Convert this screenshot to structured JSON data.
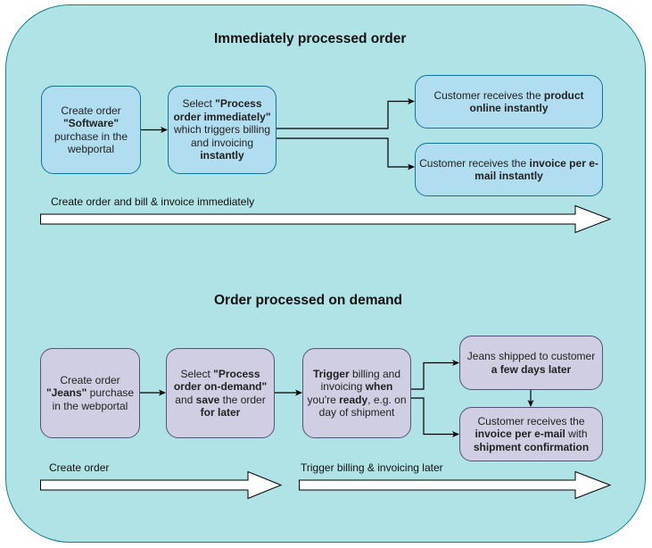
{
  "sections": {
    "immediate": {
      "title": "Immediately processed order",
      "boxes": [
        {
          "parts": [
            {
              "t": "Create order ",
              "b": false
            },
            {
              "t": "\"Software\"",
              "b": true
            },
            {
              "t": " purchase in the webportal",
              "b": false
            }
          ]
        },
        {
          "parts": [
            {
              "t": "Select ",
              "b": false
            },
            {
              "t": "\"Process order immediately\"",
              "b": true
            },
            {
              "t": " which triggers billing and invoicing ",
              "b": false
            },
            {
              "t": "instantly",
              "b": true
            }
          ]
        },
        {
          "parts": [
            {
              "t": "Customer receives the ",
              "b": false
            },
            {
              "t": "product online instantly",
              "b": true
            }
          ]
        },
        {
          "parts": [
            {
              "t": "Customer receives the ",
              "b": false
            },
            {
              "t": "invoice per e-mail instantly",
              "b": true
            }
          ]
        }
      ],
      "arrow_label": "Create order and bill & invoice immediately"
    },
    "on_demand": {
      "title": "Order processed on demand",
      "boxes": [
        {
          "parts": [
            {
              "t": "Create order ",
              "b": false
            },
            {
              "t": "\"Jeans\"",
              "b": true
            },
            {
              "t": " purchase in the webportal",
              "b": false
            }
          ]
        },
        {
          "parts": [
            {
              "t": "Select ",
              "b": false
            },
            {
              "t": "\"Process order on-demand\"",
              "b": true
            },
            {
              "t": " and ",
              "b": false
            },
            {
              "t": "save",
              "b": true
            },
            {
              "t": " the order ",
              "b": false
            },
            {
              "t": "for later",
              "b": true
            }
          ]
        },
        {
          "parts": [
            {
              "t": "Trigger",
              "b": true
            },
            {
              "t": " billing and invoicing ",
              "b": false
            },
            {
              "t": "when",
              "b": true
            },
            {
              "t": " you're ",
              "b": false
            },
            {
              "t": "ready",
              "b": true
            },
            {
              "t": ", e.g. on day of shipment",
              "b": false
            }
          ]
        },
        {
          "parts": [
            {
              "t": "Jeans shipped to customer ",
              "b": false
            },
            {
              "t": "a few days later",
              "b": true
            }
          ]
        },
        {
          "parts": [
            {
              "t": "Customer receives the ",
              "b": false
            },
            {
              "t": "invoice per e-mail",
              "b": true
            },
            {
              "t": " with ",
              "b": false
            },
            {
              "t": "shipment confirmation",
              "b": true
            }
          ]
        }
      ],
      "arrow_labels": [
        "Create order",
        "Trigger billing & invoicing later"
      ]
    }
  },
  "colors": {
    "container_fill": "#b0e3e6",
    "container_stroke": "#0e8088",
    "blue_fill": "#b1ddf0",
    "blue_stroke": "#10739e",
    "purple_fill": "#d0cee2",
    "purple_stroke": "#56517e"
  }
}
